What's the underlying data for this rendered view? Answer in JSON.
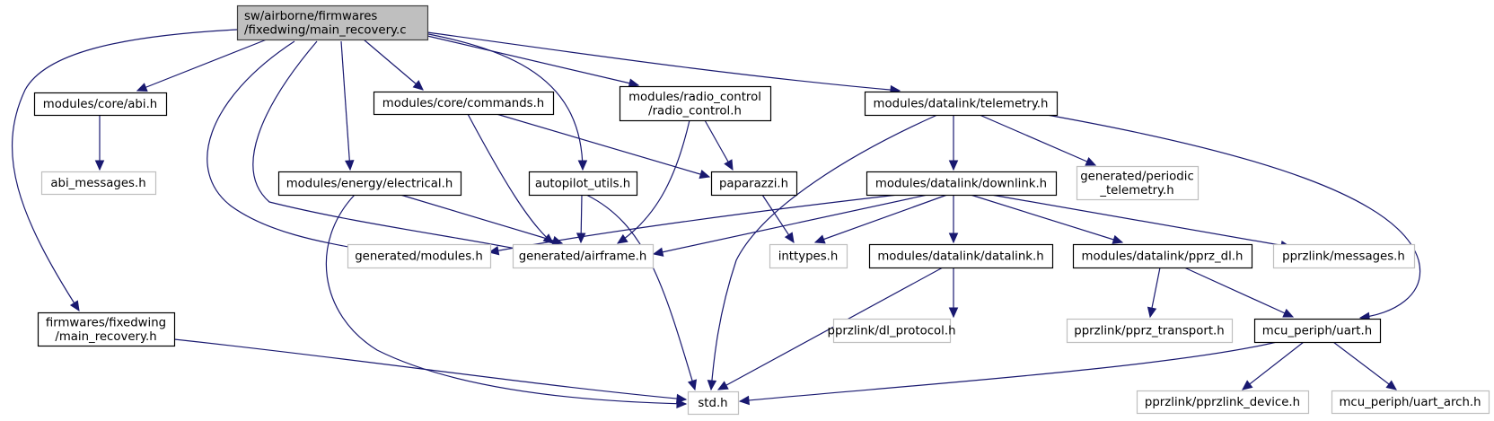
{
  "diagram": {
    "type": "include-dependency-graph",
    "colors": {
      "edge": "#191970",
      "root_fill": "#bfbfbf",
      "root_border": "#404040",
      "documented_border": "#000000",
      "undocumented_border": "#bfbfbf",
      "node_fill": "#ffffff"
    },
    "nodes": [
      {
        "id": "root",
        "kind": "root",
        "lines": [
          "sw/airborne/firmwares",
          "/fixedwing/main_recovery.c"
        ]
      },
      {
        "id": "abi",
        "kind": "documented",
        "lines": [
          "modules/core/abi.h"
        ]
      },
      {
        "id": "abi_messages",
        "kind": "undocumented",
        "lines": [
          "abi_messages.h"
        ]
      },
      {
        "id": "commands",
        "kind": "documented",
        "lines": [
          "modules/core/commands.h"
        ]
      },
      {
        "id": "radio_control",
        "kind": "documented",
        "lines": [
          "modules/radio_control",
          "/radio_control.h"
        ]
      },
      {
        "id": "telemetry",
        "kind": "documented",
        "lines": [
          "modules/datalink/telemetry.h"
        ]
      },
      {
        "id": "electrical",
        "kind": "documented",
        "lines": [
          "modules/energy/electrical.h"
        ]
      },
      {
        "id": "autopilot_utils",
        "kind": "documented",
        "lines": [
          "autopilot_utils.h"
        ]
      },
      {
        "id": "paparazzi",
        "kind": "documented",
        "lines": [
          "paparazzi.h"
        ]
      },
      {
        "id": "downlink",
        "kind": "documented",
        "lines": [
          "modules/datalink/downlink.h"
        ]
      },
      {
        "id": "periodic_telemetry",
        "kind": "undocumented",
        "lines": [
          "generated/periodic",
          "_telemetry.h"
        ]
      },
      {
        "id": "gen_modules",
        "kind": "undocumented",
        "lines": [
          "generated/modules.h"
        ]
      },
      {
        "id": "airframe",
        "kind": "undocumented",
        "lines": [
          "generated/airframe.h"
        ]
      },
      {
        "id": "inttypes",
        "kind": "undocumented",
        "lines": [
          "inttypes.h"
        ]
      },
      {
        "id": "datalink",
        "kind": "documented",
        "lines": [
          "modules/datalink/datalink.h"
        ]
      },
      {
        "id": "pprz_dl",
        "kind": "documented",
        "lines": [
          "modules/datalink/pprz_dl.h"
        ]
      },
      {
        "id": "messages",
        "kind": "undocumented",
        "lines": [
          "pprzlink/messages.h"
        ]
      },
      {
        "id": "main_recovery_h",
        "kind": "documented",
        "lines": [
          "firmwares/fixedwing",
          "/main_recovery.h"
        ]
      },
      {
        "id": "dl_protocol",
        "kind": "undocumented",
        "lines": [
          "pprzlink/dl_protocol.h"
        ]
      },
      {
        "id": "pprz_transport",
        "kind": "undocumented",
        "lines": [
          "pprzlink/pprz_transport.h"
        ]
      },
      {
        "id": "uart",
        "kind": "documented",
        "lines": [
          "mcu_periph/uart.h"
        ]
      },
      {
        "id": "std",
        "kind": "undocumented",
        "lines": [
          "std.h"
        ]
      },
      {
        "id": "pprzlink_device",
        "kind": "undocumented",
        "lines": [
          "pprzlink/pprzlink_device.h"
        ]
      },
      {
        "id": "uart_arch",
        "kind": "undocumented",
        "lines": [
          "mcu_periph/uart_arch.h"
        ]
      }
    ],
    "edges": [
      {
        "from": "root",
        "to": "abi"
      },
      {
        "from": "root",
        "to": "commands"
      },
      {
        "from": "root",
        "to": "radio_control"
      },
      {
        "from": "root",
        "to": "telemetry"
      },
      {
        "from": "root",
        "to": "electrical"
      },
      {
        "from": "root",
        "to": "autopilot_utils"
      },
      {
        "from": "root",
        "to": "gen_modules"
      },
      {
        "from": "root",
        "to": "airframe"
      },
      {
        "from": "root",
        "to": "main_recovery_h"
      },
      {
        "from": "abi",
        "to": "abi_messages"
      },
      {
        "from": "commands",
        "to": "paparazzi"
      },
      {
        "from": "commands",
        "to": "airframe"
      },
      {
        "from": "radio_control",
        "to": "paparazzi"
      },
      {
        "from": "radio_control",
        "to": "airframe"
      },
      {
        "from": "electrical",
        "to": "airframe"
      },
      {
        "from": "electrical",
        "to": "std"
      },
      {
        "from": "autopilot_utils",
        "to": "airframe"
      },
      {
        "from": "autopilot_utils",
        "to": "std"
      },
      {
        "from": "paparazzi",
        "to": "inttypes"
      },
      {
        "from": "telemetry",
        "to": "downlink"
      },
      {
        "from": "telemetry",
        "to": "periodic_telemetry"
      },
      {
        "from": "telemetry",
        "to": "std"
      },
      {
        "from": "telemetry",
        "to": "uart"
      },
      {
        "from": "downlink",
        "to": "gen_modules"
      },
      {
        "from": "downlink",
        "to": "airframe"
      },
      {
        "from": "downlink",
        "to": "inttypes"
      },
      {
        "from": "downlink",
        "to": "datalink"
      },
      {
        "from": "downlink",
        "to": "pprz_dl"
      },
      {
        "from": "downlink",
        "to": "messages"
      },
      {
        "from": "datalink",
        "to": "dl_protocol"
      },
      {
        "from": "datalink",
        "to": "std"
      },
      {
        "from": "pprz_dl",
        "to": "pprz_transport"
      },
      {
        "from": "pprz_dl",
        "to": "uart"
      },
      {
        "from": "main_recovery_h",
        "to": "std"
      },
      {
        "from": "uart",
        "to": "std"
      },
      {
        "from": "uart",
        "to": "pprzlink_device"
      },
      {
        "from": "uart",
        "to": "uart_arch"
      }
    ]
  }
}
